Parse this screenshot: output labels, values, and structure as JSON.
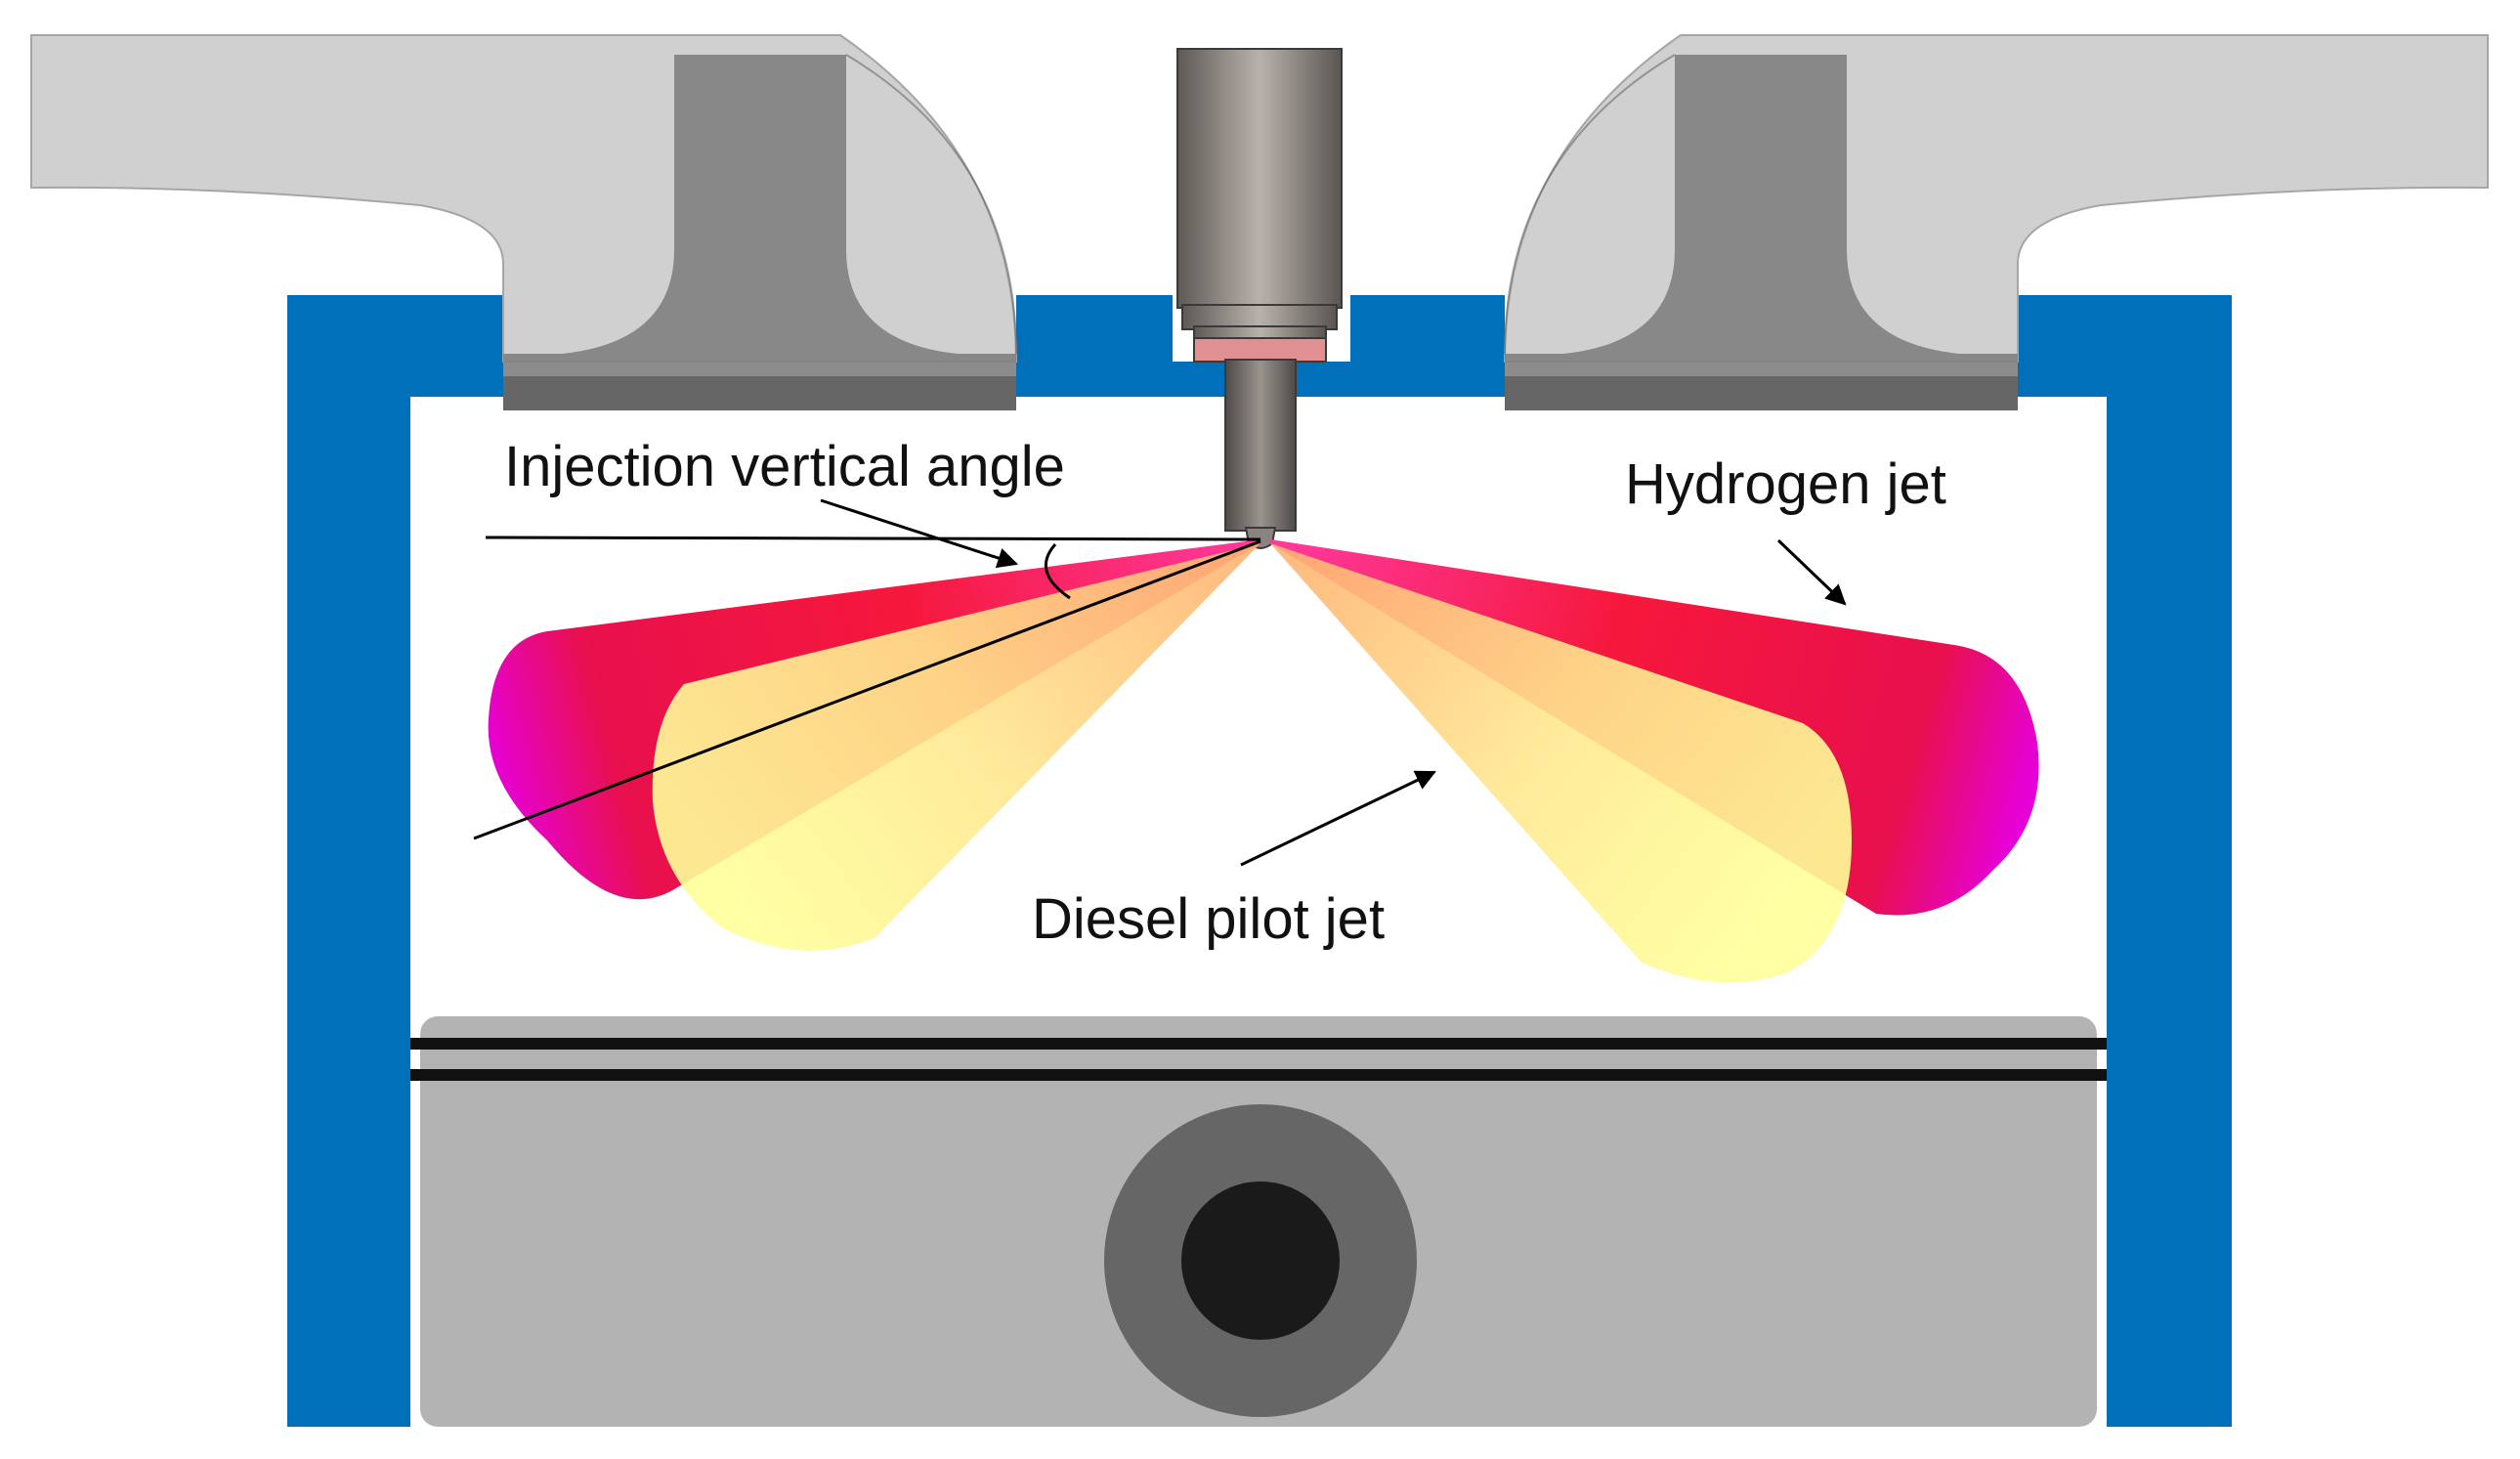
{
  "labels": {
    "injection_vertical_angle": "Injection vertical angle",
    "hydrogen_jet": "Hydrogen jet",
    "diesel_pilot_jet": "Diesel pilot jet"
  },
  "colors": {
    "cylinder_wall": "#0070BA",
    "port": "#CCCCCC",
    "valve": "#7F7F7F",
    "piston": "#B3B3B3",
    "pin_outer": "#666666",
    "pin_inner": "#1A1A1A",
    "hydrogen_edge": "#E600E6",
    "hydrogen_core": "#F0144A",
    "diesel_outer": "#FFC080",
    "diesel_core": "#FFFF99",
    "injector_body": "#8C8580",
    "injector_washer": "#E09090"
  }
}
